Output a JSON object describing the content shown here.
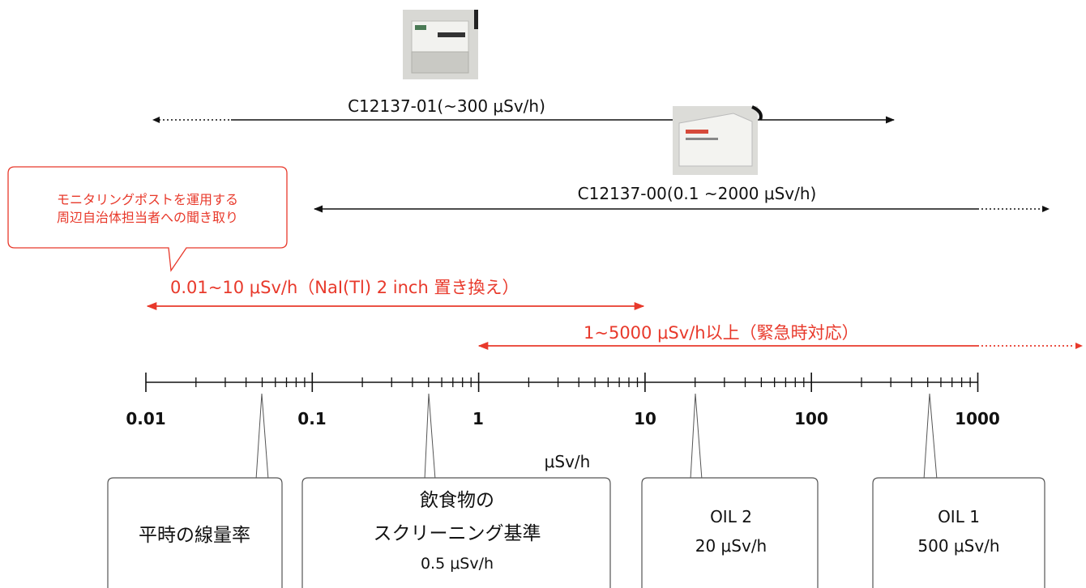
{
  "detectors": [
    {
      "model": "C12137-01",
      "label": "C12137-01(~300 μSv/h)",
      "range_text": "~300 μSv/h"
    },
    {
      "model": "C12137-00",
      "label": "C12137-00(0.1 ~2000 μSv/h)",
      "range_text": "0.1 ~2000 μSv/h"
    }
  ],
  "callout": {
    "line1": "モニタリングポストを運用する",
    "line2": "周辺自治体担当者への聞き取り"
  },
  "requirements": [
    {
      "label": "0.01~10 μSv/h（NaI(Tl) 2 inch 置き換え）"
    },
    {
      "label": "1~5000 μSv/h以上（緊急時対応）"
    }
  ],
  "axis": {
    "scale": "log",
    "ticks": [
      "0.01",
      "0.1",
      "1",
      "10",
      "100",
      "1000"
    ],
    "unit": "μSv/h"
  },
  "references": [
    {
      "name": "平時の線量率",
      "value_text": ""
    },
    {
      "name_line1": "飲食物の",
      "name_line2": "スクリーニング基準",
      "value_text": "0.5 μSv/h"
    },
    {
      "name": "OIL 2",
      "value_text": "20 μSv/h"
    },
    {
      "name": "OIL 1",
      "value_text": "500 μSv/h"
    }
  ],
  "colors": {
    "accent": "#e8392b",
    "line": "#111111",
    "box_border": "#666666"
  }
}
